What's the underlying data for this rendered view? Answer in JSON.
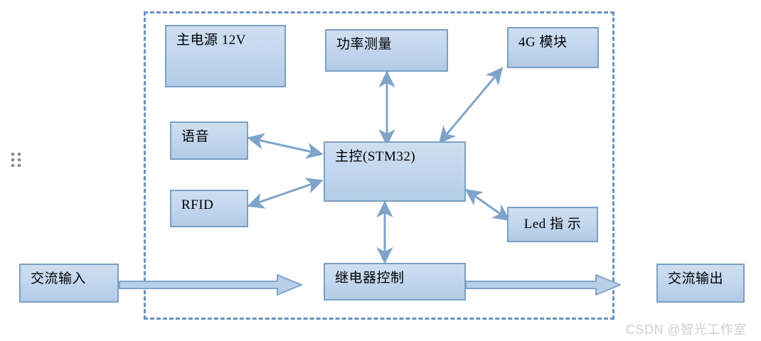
{
  "diagram": {
    "title_text": "",
    "enclosure": {
      "name": "device-boundary",
      "style": "dashed",
      "color": "#6a92c0"
    },
    "palette": {
      "box_fill_top": "#cfdff0",
      "box_fill_bottom": "#b3cbe6",
      "box_border": "#7ba0c4",
      "arrow": "#7fa3ca",
      "dashed_border": "#6a92c0",
      "text": "#000000",
      "watermark": "#cfcfcf"
    },
    "nodes": [
      {
        "id": "power-supply",
        "label": "主电源 12V"
      },
      {
        "id": "power-measure",
        "label": "功率测量"
      },
      {
        "id": "module-4g",
        "label": "4G 模块"
      },
      {
        "id": "voice",
        "label": "语音"
      },
      {
        "id": "rfid",
        "label": "RFID"
      },
      {
        "id": "mcu",
        "label": "主控(STM32)"
      },
      {
        "id": "led-indicator",
        "label": "Led 指 示"
      },
      {
        "id": "relay-control",
        "label": "继电器控制"
      },
      {
        "id": "ac-input",
        "label": "交流输入"
      },
      {
        "id": "ac-output",
        "label": "交流输出"
      }
    ],
    "edges": [
      {
        "from": "power-measure",
        "to": "mcu",
        "arrow": "both"
      },
      {
        "from": "module-4g",
        "to": "mcu",
        "arrow": "both"
      },
      {
        "from": "voice",
        "to": "mcu",
        "arrow": "both"
      },
      {
        "from": "rfid",
        "to": "mcu",
        "arrow": "both"
      },
      {
        "from": "mcu",
        "to": "led-indicator",
        "arrow": "both"
      },
      {
        "from": "mcu",
        "to": "relay-control",
        "arrow": "both"
      },
      {
        "from": "ac-input",
        "to": "relay-control",
        "arrow": "single",
        "style": "block"
      },
      {
        "from": "relay-control",
        "to": "ac-output",
        "arrow": "single",
        "style": "block"
      }
    ],
    "handle": {
      "name": "drag-handle",
      "dots": 6
    },
    "watermark": "CSDN @智光工作室"
  }
}
